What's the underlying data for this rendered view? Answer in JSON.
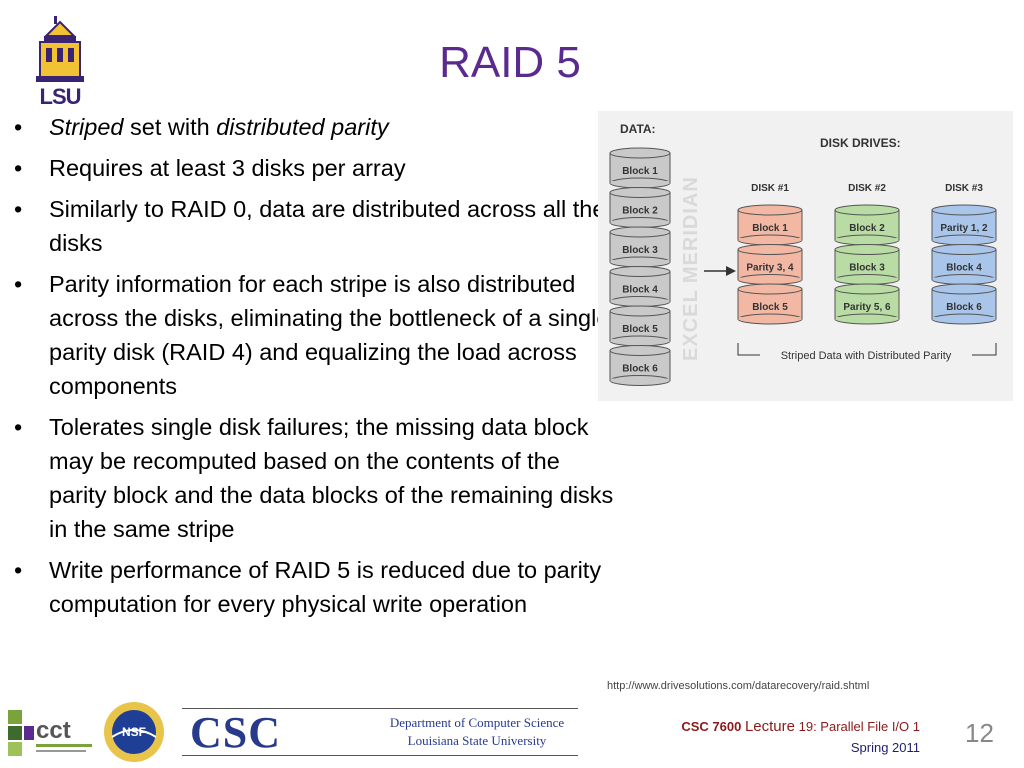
{
  "header": {
    "logo_text": "LSU",
    "title": "RAID 5"
  },
  "bullets": [
    {
      "parts": [
        {
          "text": "Striped",
          "italic": true
        },
        {
          "text": " set with ",
          "italic": false
        },
        {
          "text": "distributed parity",
          "italic": true
        }
      ]
    },
    {
      "parts": [
        {
          "text": "Requires at least 3 disks per array",
          "italic": false
        }
      ]
    },
    {
      "parts": [
        {
          "text": "Similarly to RAID 0, data are distributed across all the disks",
          "italic": false
        }
      ]
    },
    {
      "parts": [
        {
          "text": "Parity information for each stripe is also distributed across the disks, eliminating the bottleneck of a single parity disk (RAID 4) and equalizing the load across components",
          "italic": false
        }
      ]
    },
    {
      "parts": [
        {
          "text": "Tolerates single disk failures; the missing data block may be recomputed based on the contents of the parity block and the data blocks of the remaining disks in the same stripe",
          "italic": false
        }
      ]
    },
    {
      "parts": [
        {
          "text": "Write performance of RAID 5 is reduced due to parity computation for every physical write operation",
          "italic": false
        }
      ]
    }
  ],
  "diagram": {
    "data_label": "DATA:",
    "drives_label": "DISK DRIVES:",
    "data_blocks": [
      "Block 1",
      "Block 2",
      "Block 3",
      "Block 4",
      "Block 5",
      "Block 6"
    ],
    "watermark": "EXCEL MERIDIAN",
    "disks": [
      {
        "name": "DISK #1",
        "color": "#f2b8a3",
        "blocks": [
          "Block 1",
          "Parity 3, 4",
          "Block 5"
        ]
      },
      {
        "name": "DISK #2",
        "color": "#b9dca4",
        "blocks": [
          "Block 2",
          "Block 3",
          "Parity 5, 6"
        ]
      },
      {
        "name": "DISK #3",
        "color": "#a9c6ea",
        "blocks": [
          "Parity 1, 2",
          "Block 4",
          "Block 6"
        ]
      }
    ],
    "caption": "Striped Data with Distributed Parity"
  },
  "source_url": "http://www.drivesolutions.com/datarecovery/raid.shtml",
  "footer": {
    "csc": "CSC",
    "dept_line1": "Department of Computer Science",
    "dept_line2": "Louisiana State University",
    "course_code": "CSC 7600",
    "lecture_word": "Lecture",
    "lecture_rest": "19: Parallel File I/O 1",
    "term": "Spring 2011",
    "page": "12"
  },
  "colors": {
    "title": "#5b2a8f",
    "footer_blue": "#273a8c",
    "footer_red": "#8b1a1a"
  }
}
